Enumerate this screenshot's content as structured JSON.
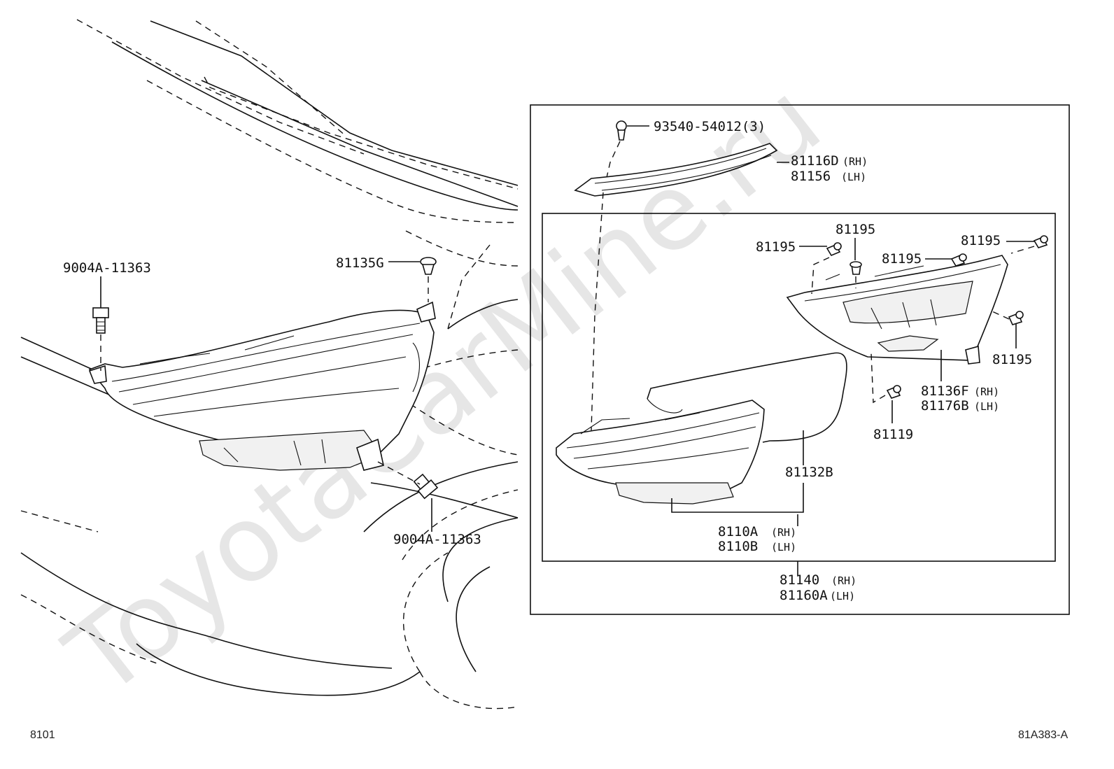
{
  "watermark": "ToyotaCarMine.ru",
  "page_code": "8101",
  "figure_code": "81A383-A",
  "left_callouts": {
    "bolt_upper": "9004A-11363",
    "clip": "81135G",
    "bolt_lower": "9004A-11363"
  },
  "right_callouts": {
    "screw": "93540-54012(3)",
    "cover_rh": "81116D",
    "cover_rh_side": "(RH)",
    "cover_lh": "81156",
    "cover_lh_side": "(LH)",
    "clip_a": "81195",
    "clip_b": "81195",
    "clip_c": "81195",
    "clip_d": "81195",
    "clip_e": "81195",
    "housing_rh": "81136F",
    "housing_rh_side": "(RH)",
    "housing_lh": "81176B",
    "housing_lh_side": "(LH)",
    "screw_b": "81119",
    "gasket": "81132B",
    "lens_rh": "8110A",
    "lens_rh_side": "(RH)",
    "lens_lh": "8110B",
    "lens_lh_side": "(LH)",
    "assy_rh": "81140",
    "assy_rh_side": "(RH)",
    "assy_lh": "81160A",
    "assy_lh_side": "(LH)"
  }
}
